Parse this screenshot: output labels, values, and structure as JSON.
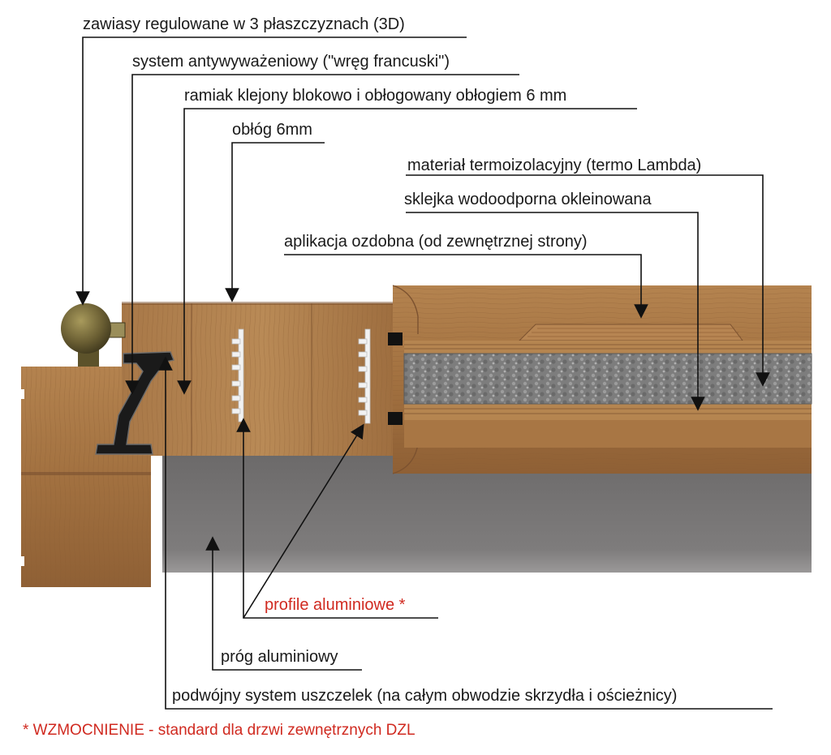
{
  "labels": {
    "hinges": "zawiasy regulowane w 3 płaszczyznach (3D)",
    "anti_burglary": "system antywyważeniowy (\"wręg francuski\")",
    "frame": "ramiak klejony blokowo i obłogowany obłogiem 6 mm",
    "veneer": "obłóg 6mm",
    "insulation": "materiał termoizolacyjny  (termo Lambda)",
    "plywood": "sklejka wodoodporna okleinowana",
    "decoration": "aplikacja ozdobna (od zewnętrznej strony)",
    "alu_profiles": "profile aluminiowe *",
    "alu_threshold": "próg aluminiowy",
    "seals": "podwójny system uszczelek (na całym obwodzie skrzydła i ościeżnicy)"
  },
  "footnote": "* WZMOCNIENIE  - standard dla drzwi zewnętrznych DZL",
  "colors": {
    "text": "#1a1a1a",
    "accent_red": "#d02a20",
    "wood": "#a47446",
    "wood_dark": "#7c5230",
    "threshold_gray": "#7a7878",
    "foam": "#8a8a8a",
    "brass": "#6e6236"
  }
}
